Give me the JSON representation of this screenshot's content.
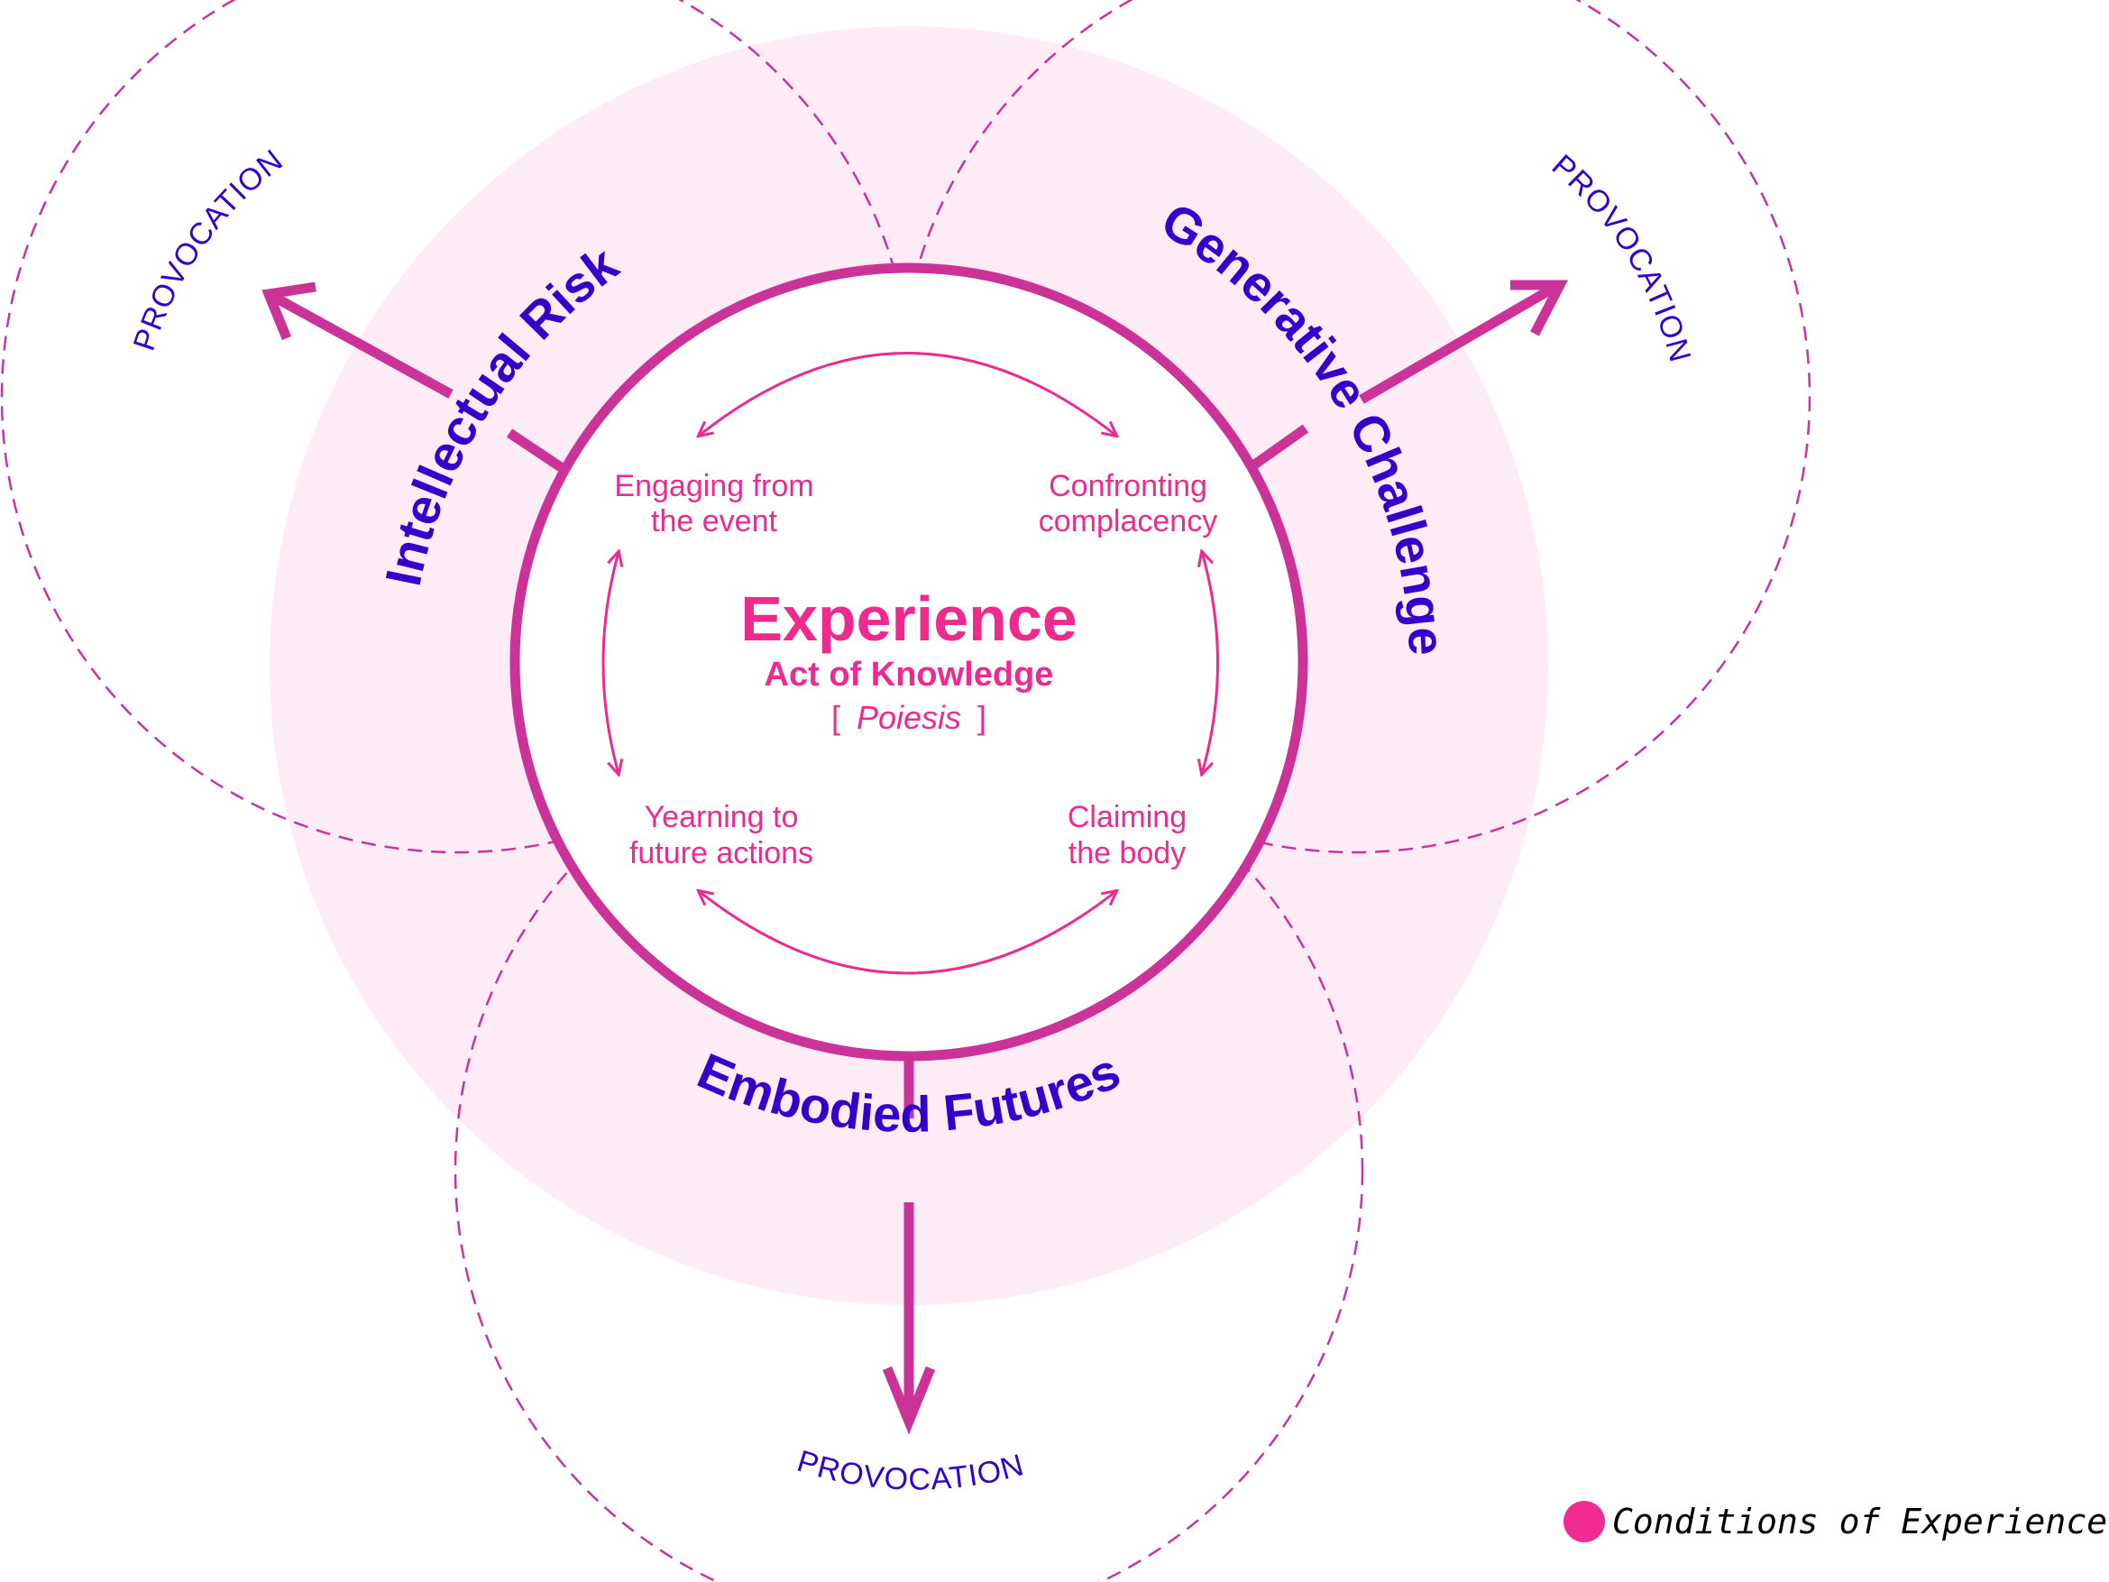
{
  "center": {
    "title": "Experience",
    "subtitle": "Act of Knowledge",
    "bracket_open": "[",
    "term": "Poiesis",
    "bracket_close": "]"
  },
  "cycle": [
    {
      "line1": "Engaging from",
      "line2": "the event"
    },
    {
      "line1": "Confronting",
      "line2": "complacency"
    },
    {
      "line1": "Claiming",
      "line2": "the body"
    },
    {
      "line1": "Yearning to",
      "line2": "future actions"
    }
  ],
  "conditions": [
    {
      "label": "Intellectual Risk",
      "outcome": "PROVOCATION"
    },
    {
      "label": "Generative Challenge",
      "outcome": "PROVOCATION"
    },
    {
      "label": "Embodied Futures",
      "outcome": "PROVOCATION"
    }
  ],
  "legend": {
    "label": "Conditions of Experience",
    "color": "#F22B91"
  },
  "colors": {
    "ring": "#CC3399",
    "inner_text": "#EE2A8E",
    "condition_text": "#3300CC",
    "halo": "#FDEBF5"
  }
}
